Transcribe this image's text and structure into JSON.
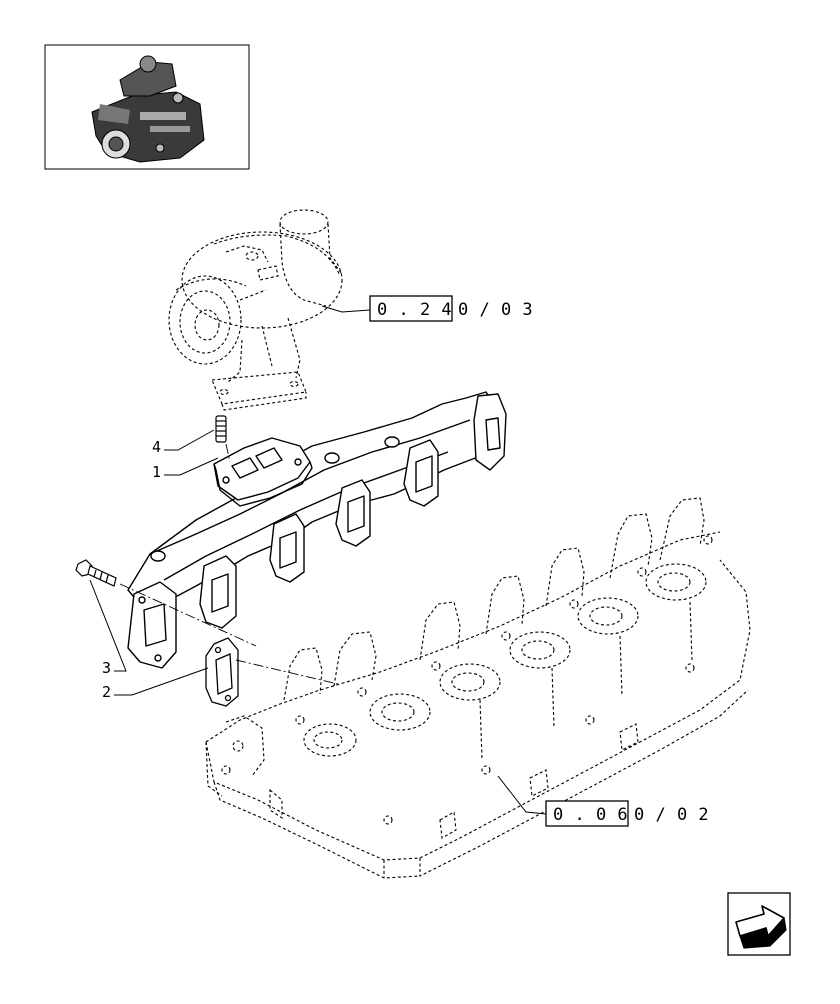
{
  "thumbnail": {
    "description_icon": "engine-thumbnail-icon"
  },
  "references": [
    {
      "box": "0 . 2 4",
      "suffix": "0 / 0 3"
    },
    {
      "box": "0 . 0 6",
      "suffix": "0 / 0 2"
    }
  ],
  "callouts": [
    {
      "number": "4"
    },
    {
      "number": "1"
    },
    {
      "number": "3"
    },
    {
      "number": "2"
    }
  ],
  "nav": {
    "icon": "arrow-next-page-icon"
  }
}
